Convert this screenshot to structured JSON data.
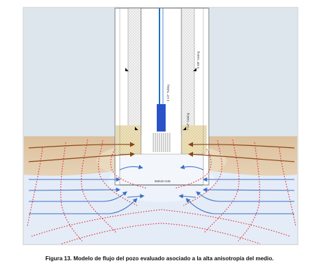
{
  "caption": "Figura 13. Modelo de flujo del pozo evaluado asociado a la alta anisotropía del medio.",
  "labels": {
    "casing_upper": "9 5/8\" Casing",
    "tubing": "3 1/2\" Tubing",
    "casing_lower": "7 1/2\" Casing",
    "bottom": "Bottom Hole"
  },
  "colors": {
    "sky": "#dce6ec",
    "soil": "#e0c7a8",
    "reservoir": "#e4ecf8",
    "casing": "#cfcfcf",
    "tubing": "#1b6fc2",
    "pump": "#2a52c8",
    "flow_arrow": "#3d6fc4",
    "streamline": "#dd2a2a",
    "oil_arrow": "#8a4513",
    "cement": "#f1e8c4"
  }
}
